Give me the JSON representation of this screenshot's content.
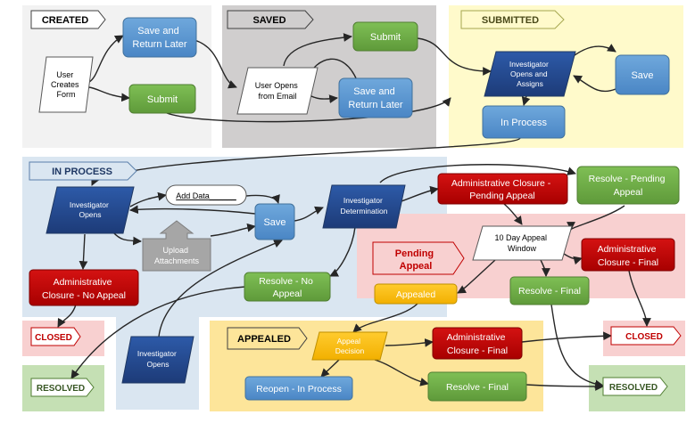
{
  "stages": {
    "created": "CREATED",
    "saved": "SAVED",
    "submitted": "SUBMITTED",
    "in_process": "IN PROCESS",
    "appealed": "APPEALED"
  },
  "nodes": {
    "user_creates_form": [
      "User",
      "Creates",
      "Form"
    ],
    "save_return_later_1": [
      "Save and",
      "Return Later"
    ],
    "submit_1": "Submit",
    "user_opens_from_email": [
      "User Opens",
      "from Email"
    ],
    "submit_2": "Submit",
    "save_return_later_2": [
      "Save and",
      "Return Later"
    ],
    "investigator_opens_assigns": [
      "Investigator",
      "Opens and",
      "Assigns"
    ],
    "save_submitted": "Save",
    "in_process": "In Process",
    "investigator_opens_1": [
      "Investigator",
      "Opens"
    ],
    "add_data": "Add  Data______",
    "upload_attachments": [
      "Upload",
      "Attachments"
    ],
    "save_in_process": "Save",
    "investigator_determination": [
      "Investigator",
      "Determination"
    ],
    "admin_closure_pending_appeal": [
      "Administrative Closure -",
      "Pending Appeal"
    ],
    "resolve_pending_appeal": [
      "Resolve - Pending",
      "Appeal"
    ],
    "ten_day_appeal_window": [
      "10 Day Appeal",
      "Window"
    ],
    "pending_appeal": [
      "Pending",
      "Appeal"
    ],
    "admin_closure_final_top": [
      "Administrative",
      "Closure - Final"
    ],
    "appealed": "Appealed",
    "resolve_final_top": "Resolve - Final",
    "admin_closure_no_appeal": [
      "Administrative",
      "Closure - No Appeal"
    ],
    "resolve_no_appeal": [
      "Resolve - No",
      "Appeal"
    ],
    "closed_left": "CLOSED",
    "closed_right": "CLOSED",
    "investigator_opens_2": [
      "Investigator",
      "Opens"
    ],
    "appeal_decision": [
      "Appeal",
      "Decision"
    ],
    "admin_closure_final_bottom": [
      "Administrative",
      "Closure - Final"
    ],
    "resolved_left": "RESOLVED",
    "resolved_right": "RESOLVED",
    "reopen_in_process": "Reopen - In Process",
    "resolve_final_bottom": "Resolve - Final"
  },
  "colors": {
    "blue": "#5b9bd5",
    "dark_blue": "#2f4f9a",
    "green": "#70ad47",
    "red": "#c00000",
    "orange": "#ffc000",
    "grey": "#a6a6a6"
  }
}
